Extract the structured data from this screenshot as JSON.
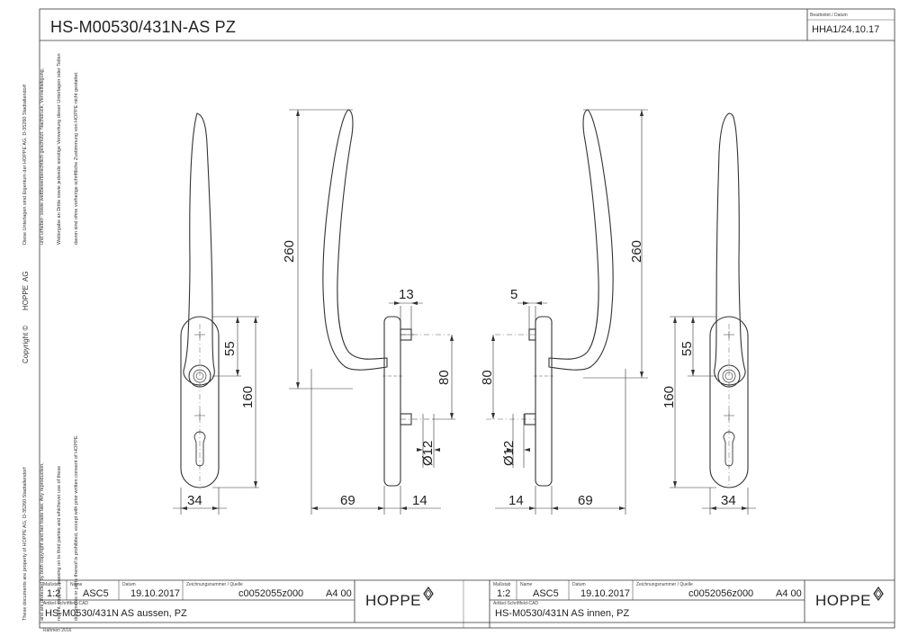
{
  "title": "HS-M00530/431N-AS PZ",
  "revision": {
    "label": "Bearbeitet / Datum",
    "value": "HHA1/24.10.17"
  },
  "side_notes": {
    "top": [
      "Diese Unterlagen sind Eigentum der HOPPE AG, D-35260 Stadtallendorf",
      "und urheber- sowie wettbewerbsrechtlich geschützt. Nachdruck, Vervielfältigung,",
      "Weitergabe an Dritte sowie jedwede sonstige Verwertung dieser Unterlagen oder Teilen",
      "davon sind ohne vorherige schriftliche Zustimmung von HOPPE nicht gestattet."
    ],
    "company": "HOPPE  AG",
    "copyright": "Copyright ©",
    "bottom": [
      "These documents are property of HOPPE AG, D-35260 Stadtallendorf",
      "and are protected by both copyright and fair trade law. Any reproduction,",
      "reprint, copying, passing on to third parties and whichever use of these",
      "documents or parts thereof is prohibited, except with prior written consent of HOPPE."
    ]
  },
  "dimensions": {
    "height_left": "260",
    "height_right": "260",
    "d13": "13",
    "d5": "5",
    "d55_left": "55",
    "d55_right": "55",
    "d160_left": "160",
    "d160_right": "160",
    "d80_left": "80",
    "d80_right": "80",
    "dia_left": "Ø12",
    "dia_right": "Ø12",
    "d34_left": "34",
    "d34_right": "34",
    "d69_left": "69",
    "d69_right": "69",
    "d14_left": "14",
    "d14_right": "14"
  },
  "title_blocks": [
    {
      "labels": {
        "scale": "Maßstab",
        "name": "Name",
        "date": "Datum",
        "drawing": "Zeichnungsnummer / Quelle",
        "article": "Artikel-Schriftfeld-CAD"
      },
      "scale": "1:2",
      "name": "ASC5",
      "date": "19.10.2017",
      "drawing_number": "c0052055z000",
      "format": "A4 00",
      "description": "HS-M0530/431N AS  aussen, PZ",
      "logo": "HOPPE"
    },
    {
      "labels": {
        "scale": "Maßstab",
        "name": "Name",
        "date": "Datum",
        "drawing": "Zeichnungsnummer / Quelle",
        "article": "Artikel-Schriftfeld-CAD"
      },
      "scale": "1:2",
      "name": "ASC5",
      "date": "19.10.2017",
      "drawing_number": "c0052056z000",
      "format": "A4 00",
      "description": "HS-M0530/431N AS  innen, PZ",
      "logo": "HOPPE"
    }
  ],
  "frame_note": "Rahmen 2016"
}
